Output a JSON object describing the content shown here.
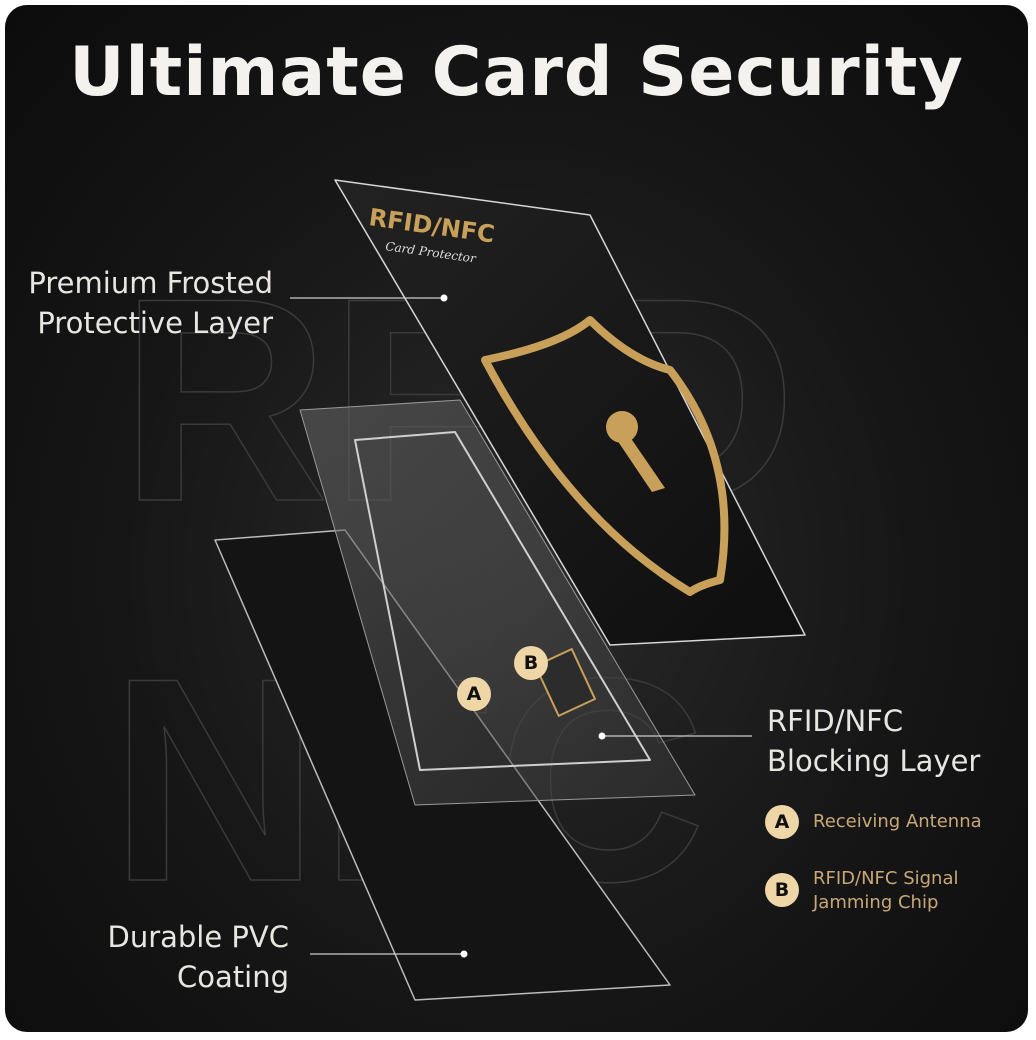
{
  "title": "Ultimate Card Security",
  "background_letters": [
    "RFID",
    "NFC"
  ],
  "card": {
    "brand": "RFID/NFC",
    "subtitle": "Card Protector"
  },
  "labels": {
    "top_layer": [
      "Premium Frosted",
      "Protective Layer"
    ],
    "middle_layer": [
      "RFID/NFC",
      "Blocking Layer"
    ],
    "bottom_layer": [
      "Durable PVC",
      "Coating"
    ]
  },
  "legend": [
    {
      "badge": "A",
      "text": [
        "Receiving Antenna"
      ]
    },
    {
      "badge": "B",
      "text": [
        "RFID/NFC Signal",
        "Jamming Chip"
      ]
    }
  ],
  "colors": {
    "gold": "#c9a05a",
    "badge": "#efd6a6",
    "background": "#161616"
  }
}
